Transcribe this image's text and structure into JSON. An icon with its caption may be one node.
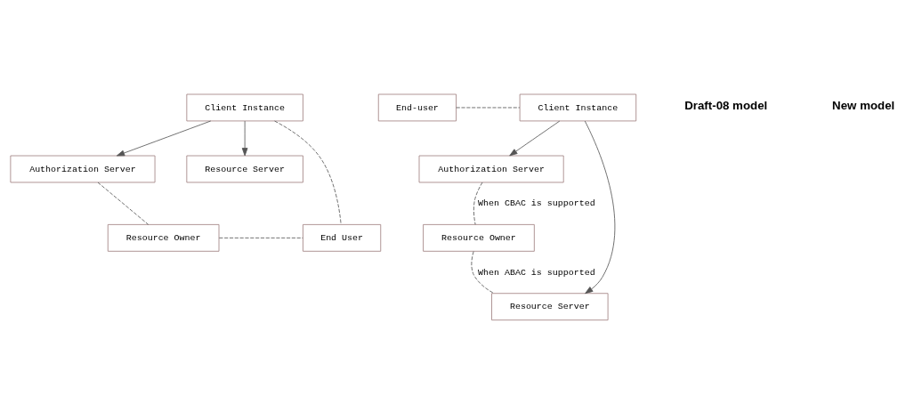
{
  "diagram": {
    "nodes": [
      {
        "text": [
          "Authorization Server"
        ]
      },
      {
        "text": [
          "Resource Server"
        ]
      },
      {
        "text": [
          "Client Instance"
        ]
      },
      {
        "text": [
          "Resource Owner"
        ]
      },
      {
        "text": [
          "End User"
        ]
      },
      {
        "text": [
          "End-user"
        ]
      },
      {
        "text": [
          "Client Instance"
        ]
      },
      {
        "text": [
          "Authorization Server"
        ]
      },
      {
        "text": [
          "Resource Owner"
        ]
      },
      {
        "text": [
          "Resource Server"
        ]
      }
    ],
    "edges": [
      {
        "from": 2,
        "to": 0,
        "arrow": "to"
      },
      {
        "from": 2,
        "to": 1,
        "arrow": "to"
      },
      {
        "from": 0,
        "to": 3,
        "arrow": "none",
        "style": "dashed"
      },
      {
        "from": 2,
        "to": 4,
        "arrow": "none",
        "style": "dashed"
      },
      {
        "from": 3,
        "to": 4,
        "arrow": "none",
        "style": "dashed"
      },
      {
        "from": 5,
        "to": 6,
        "arrow": "none",
        "style": "dashed"
      },
      {
        "from": 6,
        "to": 7,
        "arrow": "to"
      },
      {
        "from": 6,
        "to": 9,
        "arrow": "to"
      },
      {
        "from": 7,
        "to": 8,
        "arrow": "none",
        "style": "dashed",
        "label": "When CBAC is supported"
      },
      {
        "from": 8,
        "to": 9,
        "arrow": "none",
        "style": "dashed",
        "label": "When ABAC is supported"
      }
    ],
    "labels": [
      "Draft-08 model",
      "New model"
    ]
  }
}
